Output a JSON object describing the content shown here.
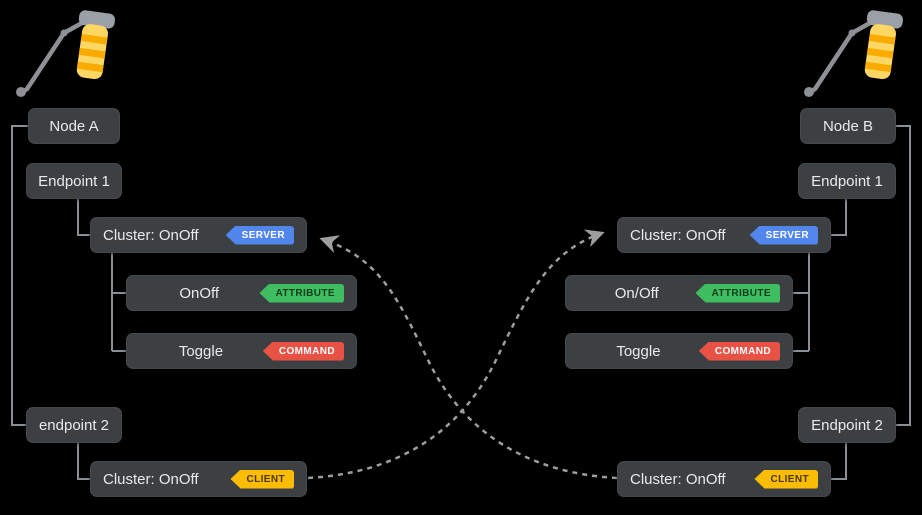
{
  "diagram": {
    "left": {
      "node": "Node A",
      "endpoint1": "Endpoint 1",
      "cluster_server": "Cluster: OnOff",
      "cluster_server_badge": "SERVER",
      "attribute": "OnOff",
      "attribute_badge": "ATTRIBUTE",
      "command": "Toggle",
      "command_badge": "COMMAND",
      "endpoint2": "endpoint 2",
      "cluster_client": "Cluster: OnOff",
      "cluster_client_badge": "CLIENT"
    },
    "right": {
      "node": "Node B",
      "endpoint1": "Endpoint 1",
      "cluster_server": "Cluster: OnOff",
      "cluster_server_badge": "SERVER",
      "attribute": "On/Off",
      "attribute_badge": "ATTRIBUTE",
      "command": "Toggle",
      "command_badge": "COMMAND",
      "endpoint2": "Endpoint 2",
      "cluster_client": "Cluster: OnOff",
      "cluster_client_badge": "CLIENT"
    },
    "icons": {
      "left_lamp": "desk-lamp-icon",
      "right_lamp": "desk-lamp-icon"
    },
    "arrows": {
      "left_client_to_right_server": "dashed-curved-arrow",
      "right_client_to_left_server": "dashed-curved-arrow"
    },
    "colors": {
      "background": "#000000",
      "box_bg": "#3c4043",
      "box_text": "#e8eaed",
      "connector_line": "#8a8f94",
      "dashed_arrow": "#9e9e9e",
      "server_badge_bg": "#5186ec",
      "attribute_badge_bg": "#3fbe61",
      "command_badge_bg": "#e85245",
      "client_badge_bg": "#fbbc04",
      "lamp_shade_yellow": "#fdd663",
      "lamp_shade_stripe": "#f9ab00",
      "lamp_metal_gray": "#8d9196"
    }
  }
}
